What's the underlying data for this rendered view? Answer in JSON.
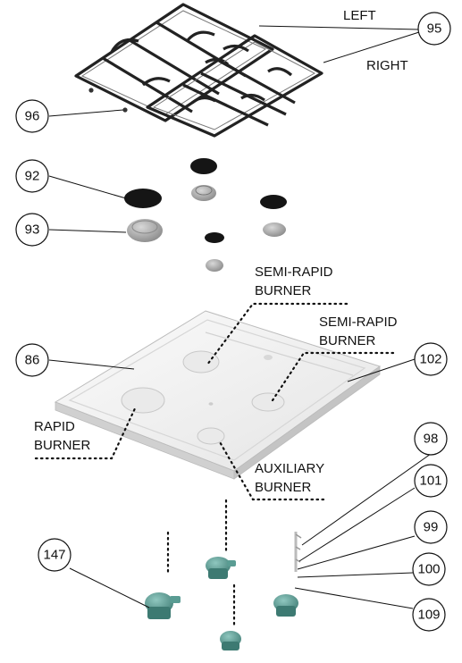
{
  "callouts": {
    "c95": "95",
    "c96": "96",
    "c92": "92",
    "c93": "93",
    "c86": "86",
    "c102": "102",
    "c98": "98",
    "c101": "101",
    "c99": "99",
    "c100": "100",
    "c109": "109",
    "c147": "147"
  },
  "labels": {
    "left": "LEFT",
    "right": "RIGHT",
    "semi_rapid_1_line1": "SEMI-RAPID",
    "semi_rapid_1_line2": "BURNER",
    "semi_rapid_2_line1": "SEMI-RAPID",
    "semi_rapid_2_line2": "BURNER",
    "rapid_line1": "RAPID",
    "rapid_line2": "BURNER",
    "auxiliary_line1": "AUXILIARY",
    "auxiliary_line2": "BURNER"
  },
  "colors": {
    "valve": "#4f8f87",
    "cap_black": "#151515",
    "cap_grey": "#a6a6a6",
    "plate": "#f1f1f1"
  }
}
